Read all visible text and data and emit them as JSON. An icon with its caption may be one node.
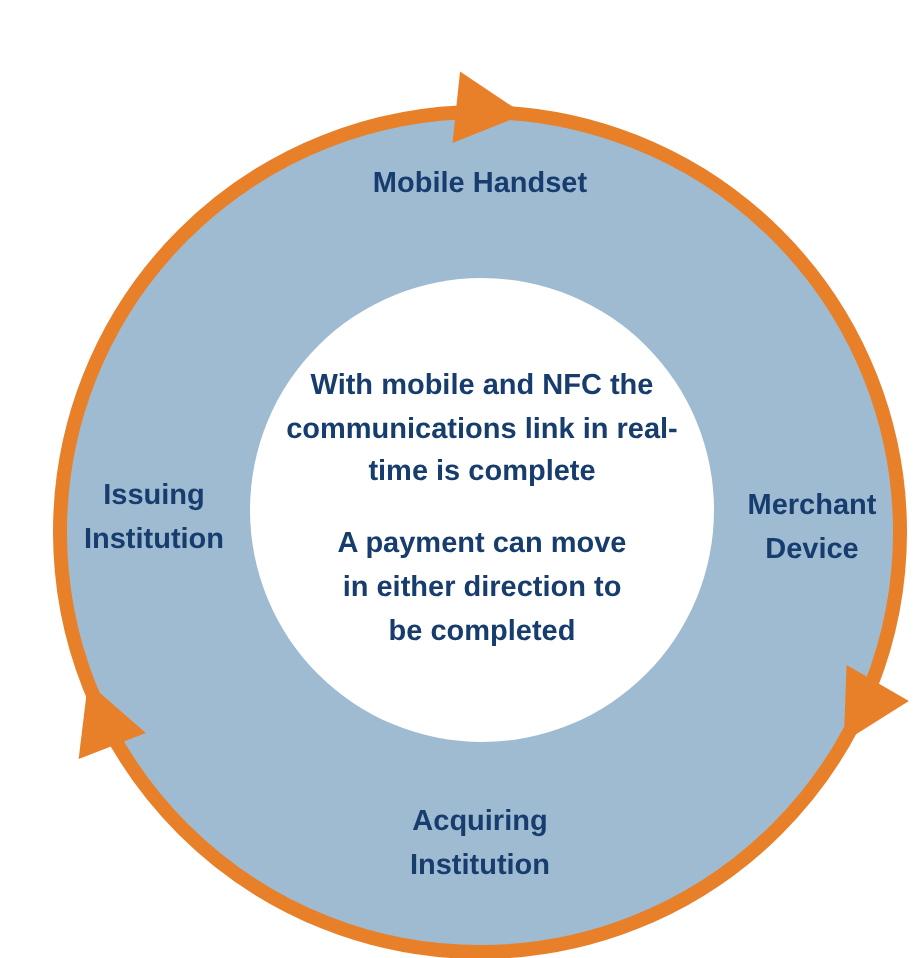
{
  "diagram": {
    "nodes": [
      {
        "text": [
          "Mobile Handset"
        ]
      },
      {
        "text": [
          "Merchant Device"
        ]
      },
      {
        "text": [
          "Acquiring Institution"
        ]
      },
      {
        "text": [
          "Issuing Institution"
        ]
      },
      {
        "text": [
          "With mobile and NFC the communications link in real-time is complete",
          "A payment can move in either direction to be completed"
        ]
      }
    ]
  }
}
